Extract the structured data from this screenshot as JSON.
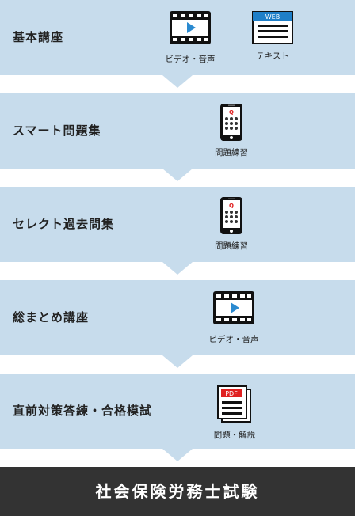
{
  "steps": [
    {
      "title": "基本講座",
      "icons": [
        {
          "type": "video-icon",
          "label": "ビデオ・音声"
        },
        {
          "type": "web-text-icon",
          "label": "テキスト",
          "badge": "WEB"
        }
      ]
    },
    {
      "title": "スマート問題集",
      "icons": [
        {
          "type": "smartphone-icon",
          "label": "問題練習",
          "badge": "Q"
        }
      ]
    },
    {
      "title": "セレクト過去問集",
      "icons": [
        {
          "type": "smartphone-icon",
          "label": "問題練習",
          "badge": "Q"
        }
      ]
    },
    {
      "title": "総まとめ講座",
      "icons": [
        {
          "type": "video-icon",
          "label": "ビデオ・音声"
        }
      ]
    },
    {
      "title": "直前対策答練・合格模試",
      "icons": [
        {
          "type": "pdf-icon",
          "label": "問題・解説",
          "badge": "PDF"
        }
      ]
    }
  ],
  "final": {
    "title": "社会保険労務士試験"
  },
  "colors": {
    "step_bg": "#c7dcec",
    "final_bg": "#333333",
    "video_screen": "#2a8ad0",
    "web_badge": "#1f7fc8",
    "pdf_badge": "#e02020"
  }
}
